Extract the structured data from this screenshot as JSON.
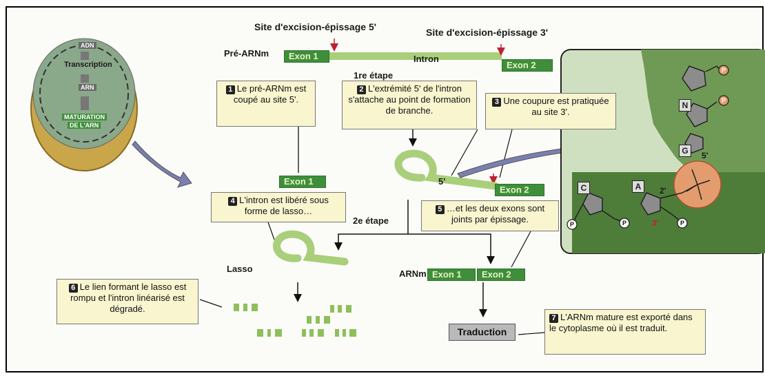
{
  "cell": {
    "adn": "ADN",
    "transcription": "Transcription",
    "arn": "ARN",
    "maturation_line1": "MATURATION",
    "maturation_line2": "DE L'ARN"
  },
  "sites": {
    "site5": "Site d'excision-épissage 5'",
    "site3": "Site d'excision-épissage 3'"
  },
  "pre_arnm": "Pré-ARNm",
  "exon1": "Exon 1",
  "exon2": "Exon 2",
  "intron": "Intron",
  "etape1": "1re étape",
  "etape2": "2e étape",
  "five_prime": "5'",
  "lasso": "Lasso",
  "arnm": "ARNm",
  "traduction": "Traduction",
  "callouts": {
    "c1": {
      "num": "1",
      "text": "Le pré-ARNm est coupé au site 5'."
    },
    "c2": {
      "num": "2",
      "text": "L'extrémité 5' de l'intron s'attache au point de formation de branche."
    },
    "c3": {
      "num": "3",
      "text": "Une coupure est pratiquée au site 3'."
    },
    "c4": {
      "num": "4",
      "text": "L'intron est libéré sous forme de lasso…"
    },
    "c5": {
      "num": "5",
      "text": "…et les deux exons sont joints par épissage."
    },
    "c6": {
      "num": "6",
      "text": "Le lien formant le lasso est rompu et l'intron linéarisé est dégradé."
    },
    "c7": {
      "num": "7",
      "text": "L'ARNm mature est exporté dans le cytoplasme où il est traduit."
    }
  },
  "inset": {
    "nucleotides": [
      "N",
      "G",
      "C",
      "A"
    ],
    "phosphate": "P",
    "two_prime": "2'",
    "three_prime": "3'",
    "five_prime": "5'"
  },
  "colors": {
    "exon_green": "#3f8f3a",
    "intron_green": "#a9cf7a",
    "callout_yellow": "#f8f5cf",
    "arrow_purple": "#7a7fb0"
  }
}
